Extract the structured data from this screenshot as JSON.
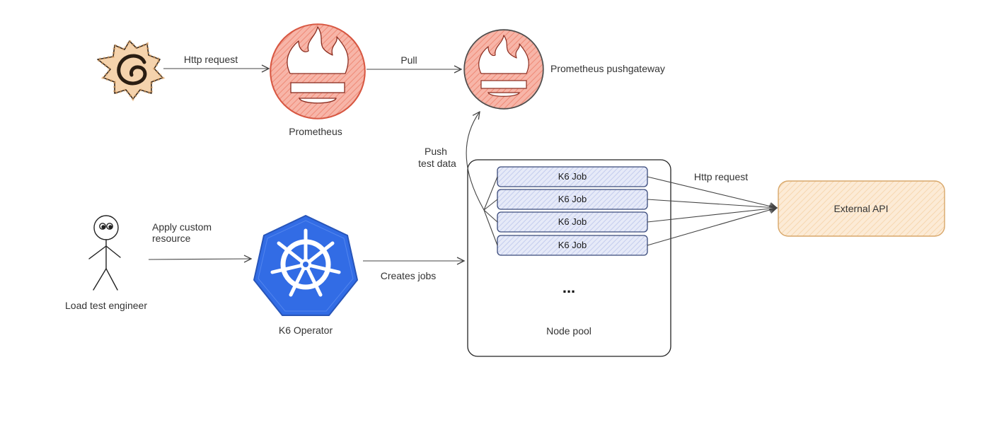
{
  "nodes": {
    "prometheus": "Prometheus",
    "pushgateway": "Prometheus pushgateway",
    "engineer": "Load test engineer",
    "operator": "K6 Operator",
    "node_pool": "Node pool",
    "node_pool_more": "...",
    "external_api": "External API",
    "jobs": [
      "K6 Job",
      "K6 Job",
      "K6 Job",
      "K6 Job"
    ]
  },
  "edges": {
    "grafana_to_prometheus": "Http request",
    "prometheus_to_pushgateway": "Pull",
    "push_line1": "Push",
    "push_line2": "test data",
    "apply_line1": "Apply custom",
    "apply_line2": "resource",
    "creates_jobs": "Creates jobs",
    "jobs_to_api": "Http request"
  },
  "icons": {
    "grafana": "grafana-icon",
    "prometheus": "prometheus-flame-icon",
    "pushgateway": "prometheus-flame-icon",
    "engineer": "stick-figure-icon",
    "operator": "kubernetes-helm-icon"
  },
  "colors": {
    "prometheus_fill": "#f4a99b",
    "prometheus_stroke": "#d9553f",
    "kubernetes_blue": "#326ce5",
    "job_fill": "#dfe4f7",
    "job_stroke": "#3a4a7a",
    "api_fill": "#fbe5cc",
    "api_stroke": "#d8a76a",
    "grafana_fill": "#f6d5b0"
  }
}
